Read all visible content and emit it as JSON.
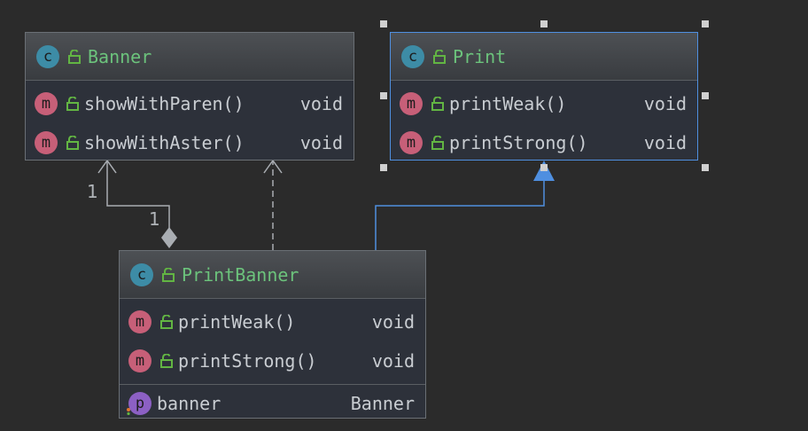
{
  "diagram": {
    "classes": {
      "banner": {
        "name": "Banner",
        "kind_icon": "class-icon",
        "kind_letter": "c",
        "methods": [
          {
            "name": "showWithParen()",
            "type": "void",
            "icon": "method-icon",
            "letter": "m"
          },
          {
            "name": "showWithAster()",
            "type": "void",
            "icon": "method-icon",
            "letter": "m"
          }
        ]
      },
      "print": {
        "name": "Print",
        "kind_icon": "class-icon",
        "kind_letter": "c",
        "selected": true,
        "methods": [
          {
            "name": "printWeak()",
            "type": "void",
            "icon": "method-icon",
            "letter": "m"
          },
          {
            "name": "printStrong()",
            "type": "void",
            "icon": "method-icon",
            "letter": "m"
          }
        ]
      },
      "printbanner": {
        "name": "PrintBanner",
        "kind_icon": "class-icon",
        "kind_letter": "c",
        "methods": [
          {
            "name": "printWeak()",
            "type": "void",
            "icon": "method-icon",
            "letter": "m"
          },
          {
            "name": "printStrong()",
            "type": "void",
            "icon": "method-icon",
            "letter": "m"
          }
        ],
        "fields": [
          {
            "name": "banner",
            "type": "Banner",
            "icon": "property-icon",
            "letter": "p"
          }
        ]
      }
    },
    "relations": {
      "association": {
        "source_multiplicity": "1",
        "target_multiplicity": "1"
      }
    },
    "colors": {
      "background": "#2b2b2b",
      "class_name": "#6cc37c",
      "selection": "#4f8fe0",
      "class_badge": "#3d8ca6",
      "method_badge": "#c75f78",
      "property_badge": "#8c60c4"
    }
  }
}
